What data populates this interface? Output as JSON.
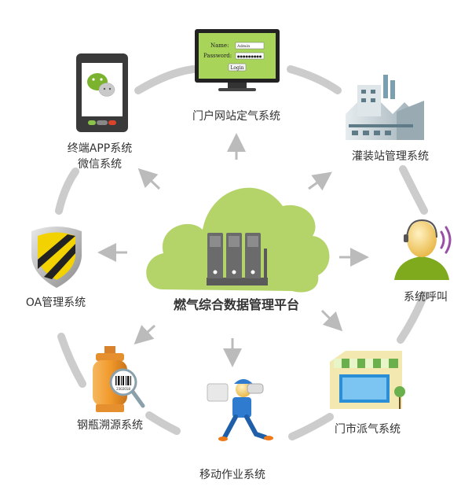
{
  "center": {
    "label": "燃气综合数据管理平台",
    "cloud_color": "#b4d46a"
  },
  "nodes": {
    "portal": {
      "label": "门户网站定气系统",
      "login_name_label": "Name:",
      "login_name_value": "Admin",
      "login_password_label": "Password:",
      "login_password_value": "●●●●●●●●●",
      "login_button": "Login"
    },
    "filling": {
      "label": "灌装站管理系统"
    },
    "call": {
      "label": "系统呼叫"
    },
    "store": {
      "label": "门市派气系统"
    },
    "mobile": {
      "label": "移动作业系统"
    },
    "cylinder": {
      "label": "钢瓶溯源系统",
      "barcode_text": "2302018"
    },
    "oa": {
      "label": "OA管理系统"
    },
    "app": {
      "label_line1": "终端APP系统",
      "label_line2": "微信系统"
    }
  },
  "colors": {
    "ring": "#cccccc",
    "arrow": "#bbbbbb",
    "text": "#333333",
    "screen": "#a8d45a"
  }
}
